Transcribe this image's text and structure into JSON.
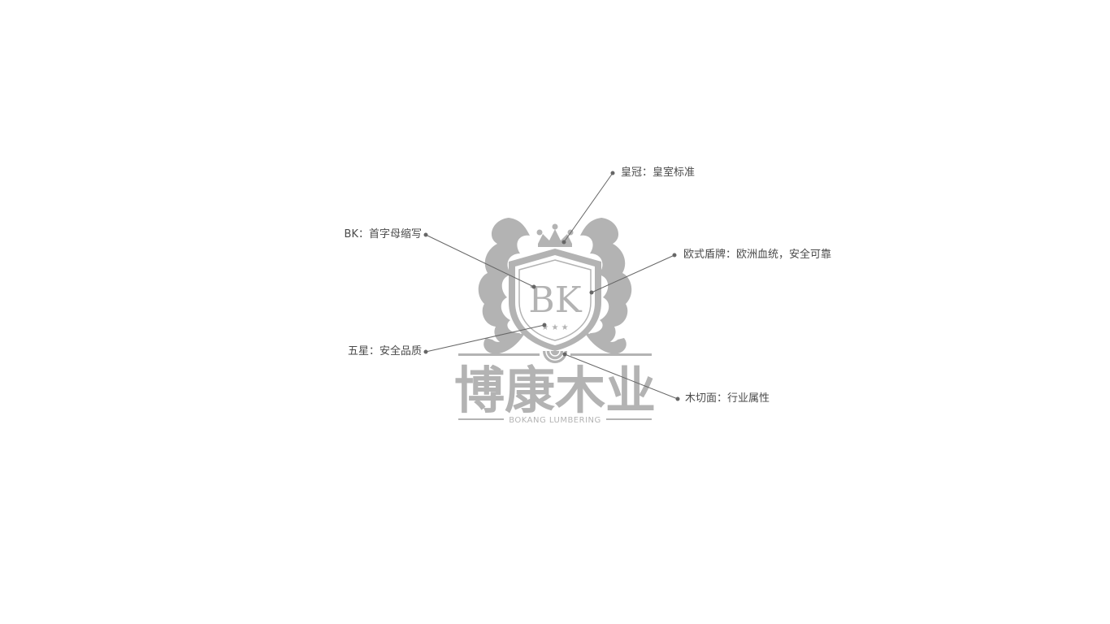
{
  "logo": {
    "monogram": "BK",
    "name_cn": "博康木业",
    "name_en": "BOKANG LUMBERING",
    "color": "#b3b3b3"
  },
  "annotations": {
    "crown": "皇冠：皇室标准",
    "initials": "BK：首字母缩写",
    "shield": "欧式盾牌：欧洲血统，安全可靠",
    "stars": "五星：安全品质",
    "wood": "木切面：行业属性"
  },
  "line_color": "#666666"
}
